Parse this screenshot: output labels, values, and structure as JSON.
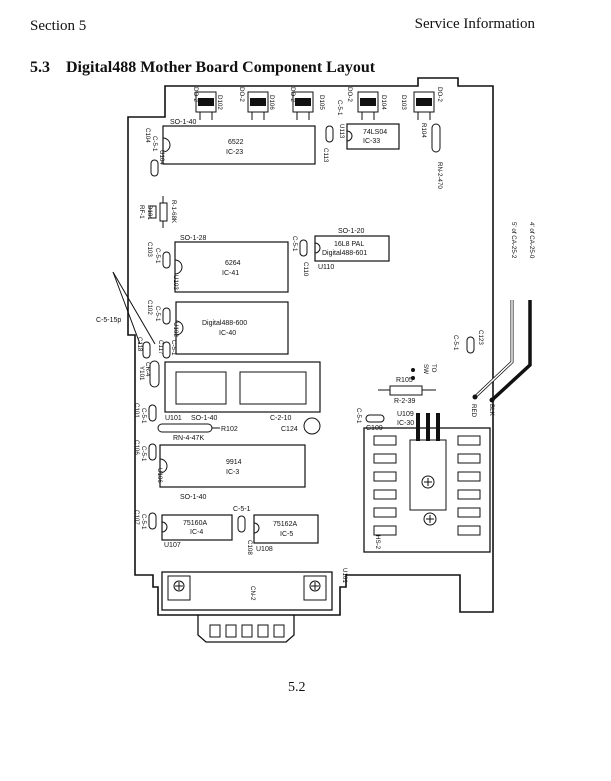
{
  "header": {
    "section": "Section 5",
    "service_info": "Service Information"
  },
  "title": {
    "number": "5.3",
    "text": "Digital488 Mother Board Component Layout"
  },
  "page_number": "5.2",
  "labels": {
    "so40_top": "SO-1-40",
    "ic23_part": "6522",
    "ic23_ref": "IC-23",
    "u113": "U113",
    "c113": "C113",
    "c5_top": "C-5-1",
    "ic33_part": "74LS04",
    "ic33_ref": "IC-33",
    "r104": "R104",
    "rn470": "RN-2-470",
    "c104": "C104",
    "c5_c104": "C-5-1",
    "u104": "U104",
    "r1": "R-1-68K",
    "d101": "D101",
    "rf1": "RF-1",
    "so28": "SO-1-28",
    "c103": "C103",
    "c5_c103": "C-5-1",
    "u103": "U103",
    "ic41_part": "6264",
    "ic41_ref": "IC-41",
    "so20": "SO-1-20",
    "c5_c110": "C-5-1",
    "c110": "C110",
    "ic601_part": "16L8 PAL",
    "ic601_ref": "Digital488-601",
    "u110": "U110",
    "c515p": "C-5-15p",
    "c102": "C102",
    "c5_c102": "C-5-1",
    "u102": "U102",
    "ic40_part": "Digital488-600",
    "ic40_ref": "IC-40",
    "c118": "C118",
    "c117": "C117",
    "c5_c117": "C-5-1",
    "cr4": "CR-4",
    "y101": "Y101",
    "u101": "U101",
    "so40_mid": "SO-1-40",
    "c210": "C-2-10",
    "c124": "C124",
    "r102": "R102",
    "rn447": "RN-4-47K",
    "c101": "C101",
    "c5_c101": "C-5-1",
    "c106": "C106",
    "c5_c106": "C-5-1",
    "u106": "U106",
    "ic3_part": "9914",
    "ic3_ref": "IC-3",
    "so40_bot": "SO-1-40",
    "c5_c108": "C-5-1",
    "c107": "C107",
    "c5_c107": "C-5-1",
    "u107": "U107",
    "ic4_part": "75160A",
    "ic4_ref": "IC-4",
    "c108": "C108",
    "u108": "U108",
    "ic5_part": "75162A",
    "ic5_ref": "IC-5",
    "c123": "C123",
    "c5_c123": "C-5-1",
    "sw_to": "TO",
    "sw": "SW",
    "r105": "R105",
    "r239": "R-2-39",
    "u109": "U109",
    "ic30": "IC-30",
    "c109": "C109",
    "c5_c109": "C-5-1",
    "red": "RED",
    "blk": "BLK",
    "ca25": "5' of CA-25-2",
    "ca25b": "4' of CA-25-0",
    "hs2": "HS-2",
    "cn2": "CN-2",
    "u101b": "U101",
    "led_do": "DO-2",
    "d102": "D102",
    "d106": "D106",
    "d105": "D105",
    "d104": "D104",
    "d103": "D103"
  }
}
